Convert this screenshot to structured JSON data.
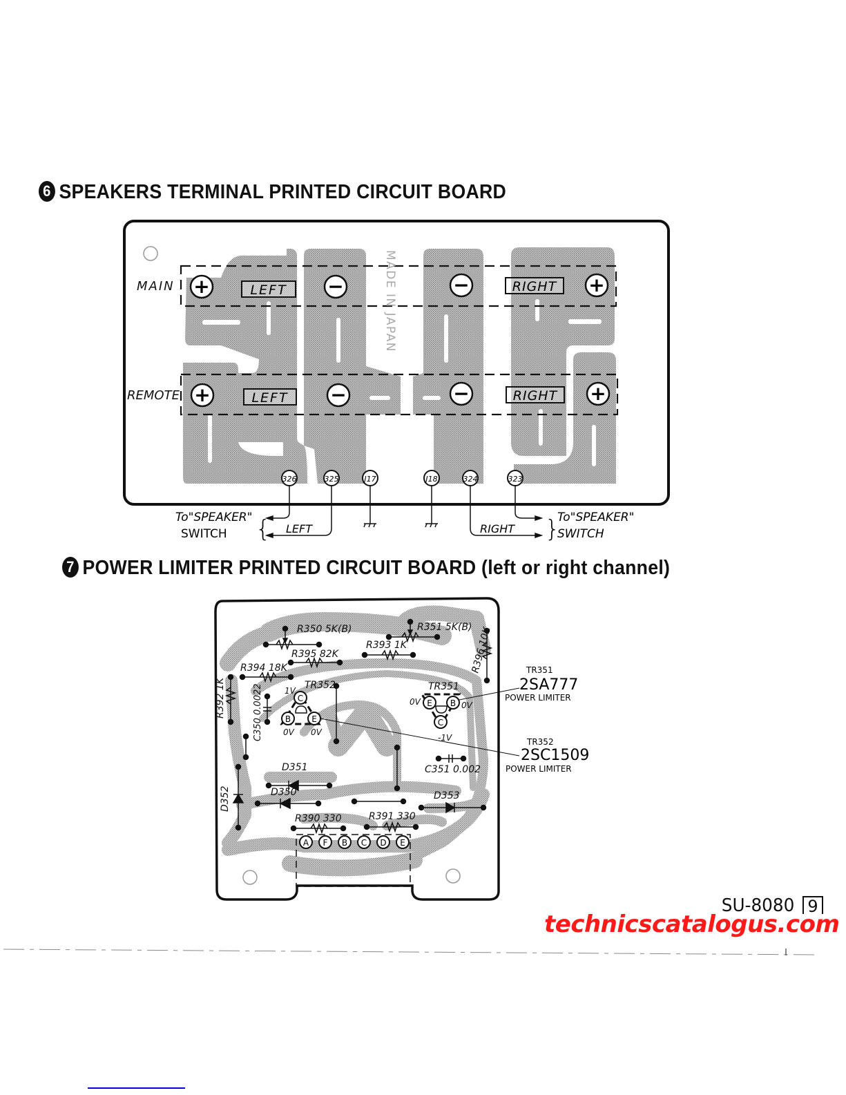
{
  "section6": {
    "number": "6",
    "title": "SPEAKERS TERMINAL PRINTED CIRCUIT BOARD",
    "row_labels": {
      "main": "MAIN",
      "remote": "REMOTE"
    },
    "channel_labels": {
      "left": "LEFT",
      "right": "RIGHT"
    },
    "terminal_symbols": {
      "plus": "+",
      "minus": "−"
    },
    "board_marking": "MADE IN JAPAN",
    "connection_points": [
      "326",
      "325",
      "J17",
      "J18",
      "324",
      "323"
    ],
    "wiring": {
      "to_switch_line1": "To\"SPEAKER\"",
      "to_switch_line2": "SWITCH",
      "left_bus": "LEFT",
      "right_bus": "RIGHT"
    }
  },
  "section7": {
    "number": "7",
    "title": "POWER LIMITER PRINTED CIRCUIT BOARD (left or right channel)",
    "components": {
      "r350": "R350 5K(B)",
      "r351": "R351 5K(B)",
      "r395": "R395 82K",
      "r393": "R393 1K",
      "r394": "R394 18K",
      "r392": "R392 1K",
      "r396": "R396 10K",
      "c350": "C350 0.0022",
      "c351": "C351 0.002",
      "tr352": "TR352",
      "tr351": "TR351",
      "d351": "D351",
      "d350": "D350",
      "d352": "D352",
      "d353": "D353",
      "r390": "R390 330",
      "r391": "R391 330"
    },
    "voltages": {
      "tr352_c": "1V",
      "tr352_b": "0V",
      "tr352_e": "0V",
      "tr351_e": "0V",
      "tr351_b": "0V",
      "tr351_c": "-1V"
    },
    "pins": {
      "c": "C",
      "b": "B",
      "e": "E"
    },
    "connector_pins": [
      "A",
      "F",
      "B",
      "C",
      "D",
      "E"
    ],
    "callouts": [
      {
        "ref": "TR351",
        "part": "2SA777",
        "desc": "POWER LIMITER"
      },
      {
        "ref": "TR352",
        "part": "2SC1509",
        "desc": "POWER LIMITER"
      }
    ]
  },
  "footer": {
    "model": "SU-8080",
    "page": "9",
    "watermark": "technicscatalogus.com"
  },
  "colors": {
    "copper": "#a9a9a9",
    "ink": "#111111",
    "watermark": "#ff1a1a",
    "link": "#0000e0"
  }
}
